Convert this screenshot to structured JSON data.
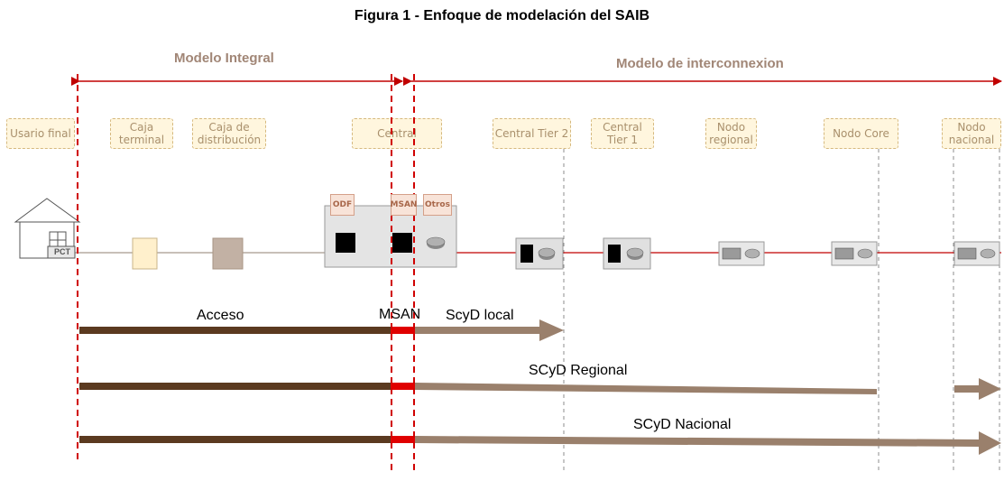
{
  "figure": {
    "title": "Figura 1 - Enfoque de modelación del SAIB"
  },
  "regions": {
    "integral": "Modelo Integral",
    "interconnection": "Modelo de interconnexion"
  },
  "nodes": {
    "usuario_final": "Usario final",
    "caja_terminal": "Caja terminal",
    "caja_distribucion": "Caja de distribución",
    "central": "Central",
    "central_tier2": "Central Tier 2",
    "central_tier1": "Central Tier 1",
    "nodo_regional": "Nodo regional",
    "nodo_core": "Nodo Core",
    "nodo_nacional": "Nodo nacional"
  },
  "central_parts": {
    "odf": "ODF",
    "msan": "MSAN",
    "otros": "Otros"
  },
  "house": {
    "label": "PCT"
  },
  "segments": {
    "acceso": "Acceso",
    "msan": "MSAN",
    "scyd_local": "ScyD local",
    "scyd_regional": "SCyD Regional",
    "scyd_nacional": "SCyD Nacional"
  },
  "colors": {
    "access_bar": "#5b3a20",
    "msan_bar": "#e00000",
    "scyd_bar": "#9a806c",
    "boundary": "#d00000",
    "region_label": "#a18676"
  }
}
